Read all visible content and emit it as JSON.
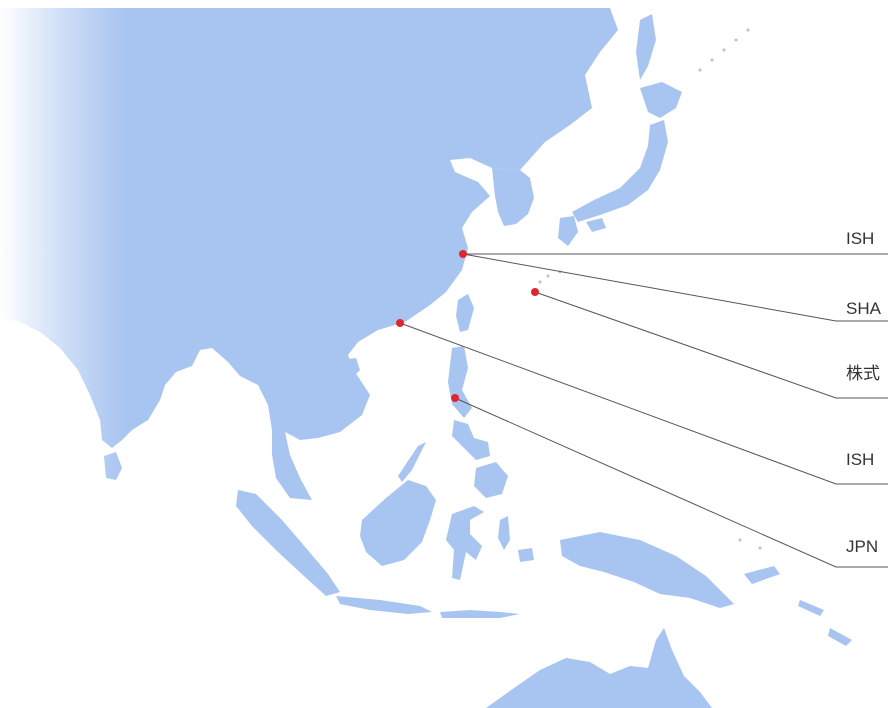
{
  "map": {
    "region": "East Asia and Southeast Asia",
    "land_color": "#a8c4f0",
    "water_color": "#ffffff",
    "marker_color": "#e0252e",
    "leader_line_color": "#555555"
  },
  "locations": [
    {
      "label": "ISH"
    },
    {
      "label": "SHA"
    },
    {
      "label": "株式"
    },
    {
      "label": "ISH"
    },
    {
      "label": "JPN"
    }
  ]
}
